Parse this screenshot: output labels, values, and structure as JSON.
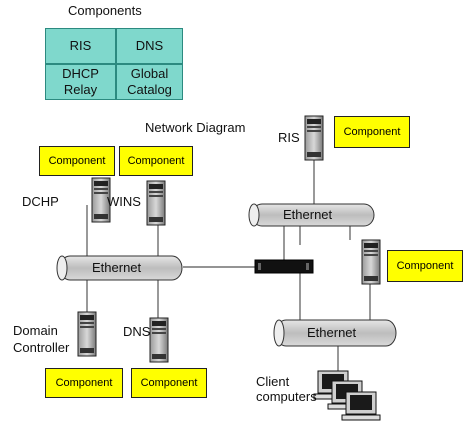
{
  "components_panel": {
    "title": "Components",
    "cells": [
      "RIS",
      "DNS",
      "DHCP\nRelay",
      "Global\nCatalog"
    ]
  },
  "network": {
    "title": "Network Diagram",
    "component_label": "Component",
    "ethernet_label": "Ethernet",
    "servers": {
      "dchp": "DCHP",
      "wins": "WINS",
      "ris": "RIS",
      "domain_controller": "Domain\nController",
      "dns": "DNS"
    },
    "clients_label": "Client\ncomputers"
  },
  "colors": {
    "teal": "#7fd8cc",
    "yellow": "#ffff00",
    "cable": "#c9c9c9"
  }
}
